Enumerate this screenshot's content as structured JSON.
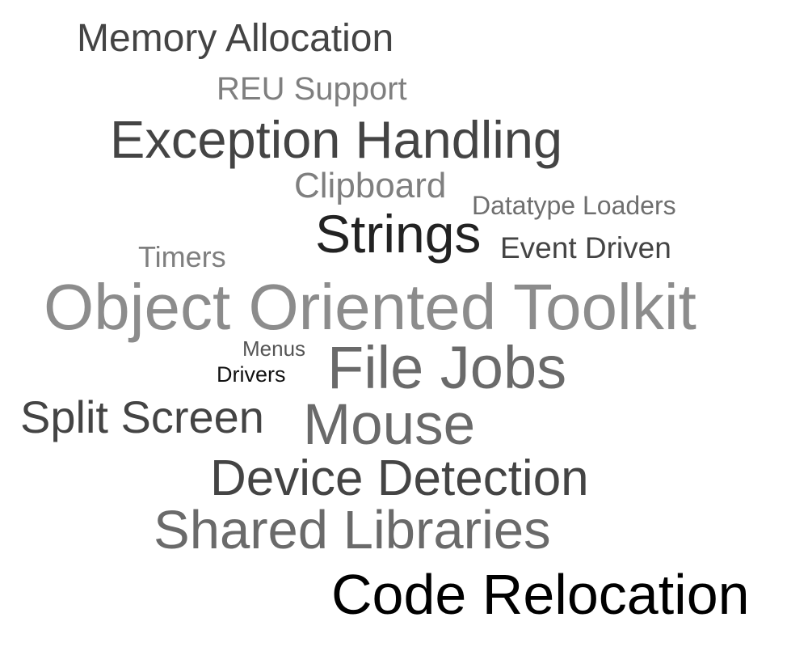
{
  "words": [
    {
      "text": "Memory Allocation",
      "color": "#444444"
    },
    {
      "text": "REU Support",
      "color": "#7f7f7f"
    },
    {
      "text": "Exception Handling",
      "color": "#444444"
    },
    {
      "text": "Clipboard",
      "color": "#7f7f7f"
    },
    {
      "text": "Datatype Loaders",
      "color": "#6f6f6f"
    },
    {
      "text": "Strings",
      "color": "#222222"
    },
    {
      "text": "Event Driven",
      "color": "#444444"
    },
    {
      "text": "Timers",
      "color": "#7f7f7f"
    },
    {
      "text": "Object Oriented Toolkit",
      "color": "#8c8c8c"
    },
    {
      "text": "Menus",
      "color": "#555555"
    },
    {
      "text": "Drivers",
      "color": "#111111"
    },
    {
      "text": "File Jobs",
      "color": "#6a6a6a"
    },
    {
      "text": "Split Screen",
      "color": "#444444"
    },
    {
      "text": "Mouse",
      "color": "#6a6a6a"
    },
    {
      "text": "Device Detection",
      "color": "#444444"
    },
    {
      "text": "Shared Libraries",
      "color": "#6a6a6a"
    },
    {
      "text": "Code Relocation",
      "color": "#000000"
    }
  ]
}
